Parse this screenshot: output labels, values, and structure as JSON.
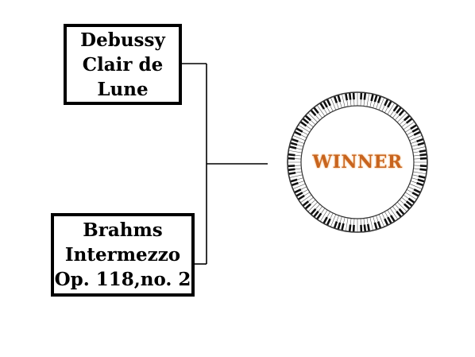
{
  "bracket": {
    "entries": [
      {
        "lines": [
          "Debussy",
          "Clair de",
          "Lune"
        ]
      },
      {
        "lines": [
          "Brahms",
          "Intermezzo",
          "Op. 118,no. 2"
        ]
      }
    ],
    "result": {
      "label": "WINNER",
      "icon": "piano-keyboard-ring-icon"
    }
  },
  "colors": {
    "box_border": "#000000",
    "connector": "#000000",
    "winner_text": "#c8641e",
    "winner_text_shadow": "#f0a050",
    "keys_white": "#ffffff",
    "keys_black": "#111111",
    "ring_outline": "#333333"
  }
}
